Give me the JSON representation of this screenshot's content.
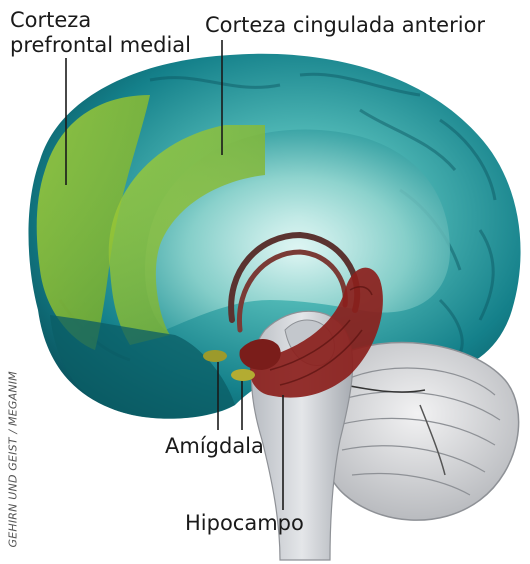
{
  "labels": {
    "mpfc_line1": "Corteza",
    "mpfc_line2": "prefrontal medial",
    "acc": "Corteza cingulada anterior",
    "amygdala": "Amígdala",
    "hippocampus": "Hipocampo"
  },
  "credit": "GEHIRN UND GEIST / MEGANIM",
  "colors": {
    "cortex": "#16838a",
    "cortex_dark": "#0b5e66",
    "highlight": "#8fbf2a",
    "hippocampus": "#8b1f1c",
    "amygdala": "#a8a32c",
    "brainstem": "#c9cdd2",
    "cerebellum": "#d9dadc"
  }
}
